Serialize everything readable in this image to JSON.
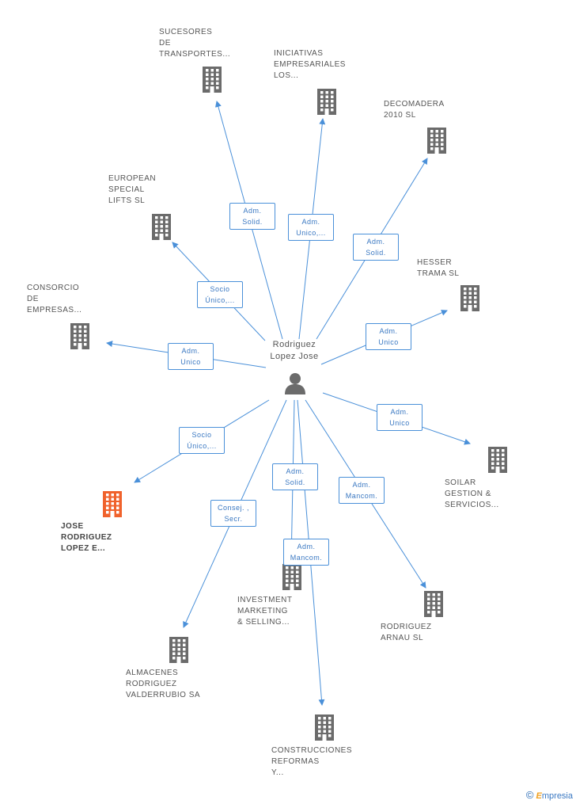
{
  "center": {
    "name": "Rodriguez\nLopez Jose",
    "icon": "person-icon"
  },
  "colors": {
    "edge": "#4a90d9",
    "building": "#6b6b6b",
    "focus": "#f0622c"
  },
  "nodes": [
    {
      "id": "sucesores",
      "label": "SUCESORES\nDE\nTRANSPORTES...",
      "icon": "building-icon"
    },
    {
      "id": "iniciativas",
      "label": "INICIATIVAS\nEMPRESARIALES\nLOS...",
      "icon": "building-icon"
    },
    {
      "id": "decomadera",
      "label": "DECOMADERA\n2010 SL",
      "icon": "building-icon"
    },
    {
      "id": "european",
      "label": "EUROPEAN\nSPECIAL\nLIFTS SL",
      "icon": "building-icon"
    },
    {
      "id": "hesser",
      "label": "HESSER\nTRAMA SL",
      "icon": "building-icon"
    },
    {
      "id": "consorcio",
      "label": "CONSORCIO\nDE\nEMPRESAS...",
      "icon": "building-icon"
    },
    {
      "id": "soilar",
      "label": "SOILAR\nGESTION &\nSERVICIOS...",
      "icon": "building-icon"
    },
    {
      "id": "jose",
      "label": "JOSE\nRODRIGUEZ\nLOPEZ E...",
      "icon": "building-icon",
      "focus": true
    },
    {
      "id": "investment",
      "label": "INVESTMENT\nMARKETING\n& SELLING...",
      "icon": "building-icon"
    },
    {
      "id": "rodriguezarnau",
      "label": "RODRIGUEZ\nARNAU SL",
      "icon": "building-icon"
    },
    {
      "id": "almacenes",
      "label": "ALMACENES\nRODRIGUEZ\nVALDERRUBIO SA",
      "icon": "building-icon"
    },
    {
      "id": "construcciones",
      "label": "CONSTRUCCIONES\nREFORMAS\nY...",
      "icon": "building-icon"
    }
  ],
  "edges": [
    {
      "to": "sucesores",
      "label": "Adm.\nSolid."
    },
    {
      "to": "iniciativas",
      "label": "Adm.\nUnico,..."
    },
    {
      "to": "decomadera",
      "label": "Adm.\nSolid."
    },
    {
      "to": "european",
      "label": "Socio\nÚnico,..."
    },
    {
      "to": "hesser",
      "label": "Adm.\nUnico"
    },
    {
      "to": "consorcio",
      "label": "Adm.\nUnico"
    },
    {
      "to": "soilar",
      "label": "Adm.\nUnico"
    },
    {
      "to": "jose",
      "label": "Socio\nÚnico,..."
    },
    {
      "to": "investment",
      "label": "Adm.\nSolid."
    },
    {
      "to": "rodriguezarnau",
      "label": "Adm.\nMancom."
    },
    {
      "to": "almacenes",
      "label": "Consej. ,\nSecr."
    },
    {
      "to": "construcciones",
      "label": "Adm.\nMancom."
    }
  ],
  "footer": {
    "copyright": "©",
    "brand_first": "E",
    "brand_rest": "mpresia"
  }
}
